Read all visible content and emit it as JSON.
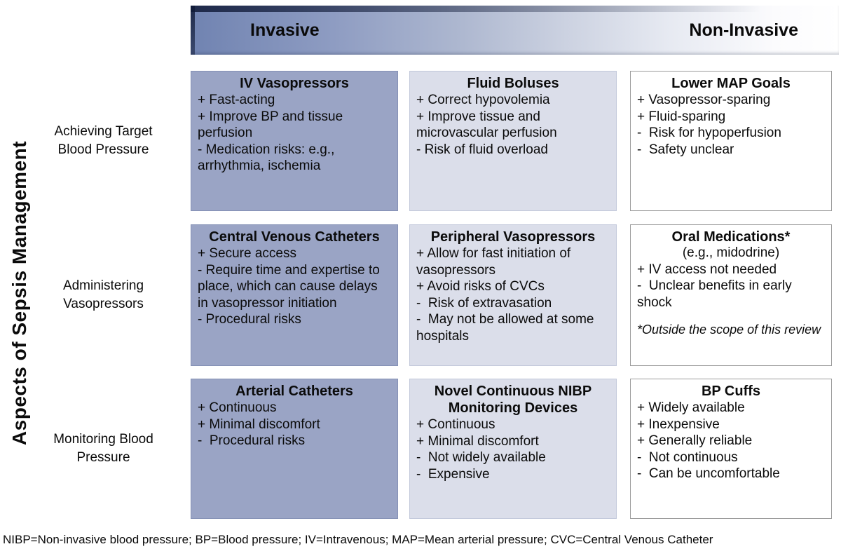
{
  "colors": {
    "dark_card_bg": "#9AA4C5",
    "dark_card_border": "#8591B6",
    "light_card_bg": "#DBDEEA",
    "light_card_border": "#C3C9DB",
    "white_card_bg": "#FFFFFF",
    "white_card_border": "#9B9B9B",
    "gradient_left": "#7083B1",
    "gradient_right": "#FFFFFF"
  },
  "axis": {
    "label": "Aspects of Sepsis Management"
  },
  "header": {
    "left_label": "Invasive",
    "right_label": "Non-Invasive"
  },
  "rows": [
    {
      "label": "Achieving Target\nBlood Pressure",
      "cards": [
        {
          "title": "IV Vasopressors",
          "lines": [
            "+ Fast-acting",
            "+ Improve BP and tissue perfusion",
            "- Medication risks: e.g., arrhythmia, ischemia"
          ]
        },
        {
          "title": "Fluid Boluses",
          "lines": [
            "+ Correct hypovolemia",
            "+ Improve tissue and microvascular perfusion",
            "- Risk of fluid overload"
          ]
        },
        {
          "title": "Lower MAP Goals",
          "lines": [
            "+ Vasopressor-sparing",
            "+ Fluid-sparing",
            "-  Risk for hypoperfusion",
            "-  Safety unclear"
          ]
        }
      ]
    },
    {
      "label": "Administering\nVasopressors",
      "cards": [
        {
          "title": "Central Venous Catheters",
          "lines": [
            "+ Secure access",
            "- Require time and expertise to place, which can cause delays in vasopressor initiation",
            "- Procedural risks"
          ]
        },
        {
          "title": "Peripheral Vasopressors",
          "lines": [
            "+ Allow for fast initiation of vasopressors",
            "+ Avoid risks of CVCs",
            "-  Risk of extravasation",
            "-  May not be allowed at some hospitals"
          ]
        },
        {
          "title": "Oral Medications*",
          "subtitle": "(e.g., midodrine)",
          "lines": [
            "+ IV access not needed",
            "-  Unclear benefits in early shock"
          ],
          "footnote": "*Outside the scope of this review"
        }
      ]
    },
    {
      "label": "Monitoring Blood\nPressure",
      "cards": [
        {
          "title": "Arterial Catheters",
          "lines": [
            "+ Continuous",
            "+ Minimal discomfort",
            "-  Procedural risks"
          ]
        },
        {
          "title": "Novel Continuous NIBP Monitoring Devices",
          "lines": [
            "+ Continuous",
            "+ Minimal discomfort",
            "-  Not widely available",
            "-  Expensive"
          ]
        },
        {
          "title": "BP Cuffs",
          "lines": [
            "+ Widely available",
            "+ Inexpensive",
            "+ Generally reliable",
            "-  Not continuous",
            "-  Can be uncomfortable"
          ]
        }
      ]
    }
  ],
  "footer": "NIBP=Non-invasive blood pressure; BP=Blood pressure; IV=Intravenous; MAP=Mean arterial pressure; CVC=Central Venous Catheter"
}
